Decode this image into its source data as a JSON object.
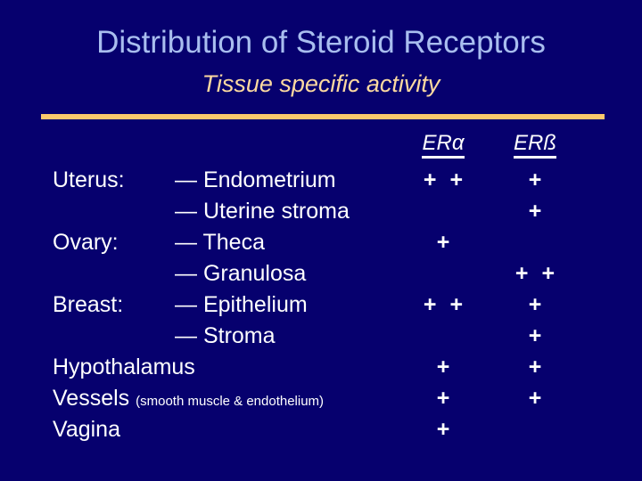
{
  "slide": {
    "title": "Distribution of Steroid Receptors",
    "subtitle": "Tissue specific activity",
    "background_color": "#06006e",
    "title_color": "#a9beef",
    "subtitle_color": "#fcd9a0",
    "rule_color": "#fbc96d",
    "text_color": "#ffffff"
  },
  "table": {
    "columns": {
      "tissue": "",
      "structure": "",
      "era": "ERα",
      "erb": "ERß"
    },
    "rows": [
      {
        "tissue": "Uterus:",
        "structure": "— Endometrium",
        "note": "",
        "era": "+ +",
        "erb": "+"
      },
      {
        "tissue": "",
        "structure": "— Uterine stroma",
        "note": "",
        "era": "",
        "erb": "+"
      },
      {
        "tissue": "Ovary:",
        "structure": "— Theca",
        "note": "",
        "era": "+",
        "erb": ""
      },
      {
        "tissue": "",
        "structure": "— Granulosa",
        "note": "",
        "era": "",
        "erb": "+ +"
      },
      {
        "tissue": "Breast:",
        "structure": "— Epithelium",
        "note": "",
        "era": "+ +",
        "erb": "+"
      },
      {
        "tissue": "",
        "structure": "— Stroma",
        "note": "",
        "era": "",
        "erb": "+"
      },
      {
        "tissue": "Hypothalamus",
        "structure": "",
        "note": "",
        "era": "+",
        "erb": "+"
      },
      {
        "tissue": "Vessels",
        "structure": "",
        "note": "(smooth muscle & endothelium)",
        "era": "+",
        "erb": "+"
      },
      {
        "tissue": "Vagina",
        "structure": "",
        "note": "",
        "era": "+",
        "erb": ""
      }
    ]
  }
}
